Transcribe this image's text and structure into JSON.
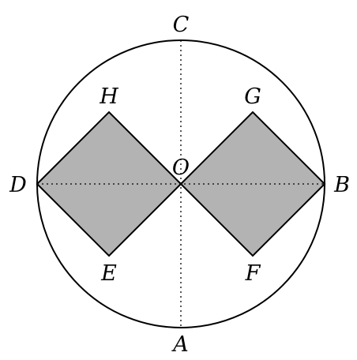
{
  "diagram": {
    "points": {
      "A": "A",
      "B": "B",
      "C": "C",
      "D": "D",
      "E": "E",
      "F": "F",
      "G": "G",
      "H": "H",
      "O": "O"
    },
    "colors": {
      "stroke": "#000000",
      "square_fill": "#b3b3b3",
      "background": "#ffffff"
    }
  }
}
